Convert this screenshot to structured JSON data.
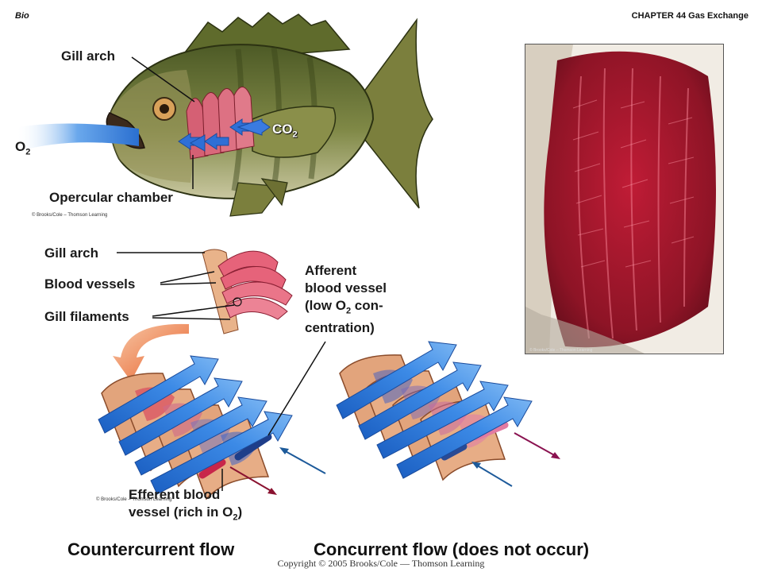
{
  "header": {
    "left": "Bio",
    "right": "CHAPTER 44 Gas Exchange"
  },
  "top_figure": {
    "gill_arch": "Gill arch",
    "o2": "O",
    "o2_sub": "2",
    "co2": "CO",
    "co2_sub": "2",
    "opercular": "Opercular chamber",
    "credit": "© Brooks/Cole – Thomson Learning"
  },
  "mid_figure": {
    "gill_arch": "Gill arch",
    "blood_vessels": "Blood vessels",
    "gill_filaments": "Gill filaments",
    "afferent_1": "Afferent",
    "afferent_2": "blood vessel",
    "afferent_3a": "(low O",
    "afferent_3sub": "2",
    "afferent_3b": " con-",
    "afferent_4": "centration)",
    "efferent_1": "Efferent blood",
    "efferent_2a": "vessel (rich in O",
    "efferent_2sub": "2",
    "efferent_2b": ")",
    "credit": "© Brooks/Cole – Thomson Learning"
  },
  "photo": {
    "credit": "© Brooks/Cole – Thomson Learning"
  },
  "captions": {
    "countercurrent": "Countercurrent flow",
    "concurrent": "Concurrent flow (does not occur)"
  },
  "footer": {
    "copyright": "Copyright © 2005 Brooks/Cole — Thomson Learning"
  },
  "colors": {
    "water_blue": "#2f78d8",
    "gill_red": "#d0344a",
    "flesh_tan": "#d9a77a",
    "fish_green": "#6d7a3a",
    "photo_red": "#a8172c"
  }
}
